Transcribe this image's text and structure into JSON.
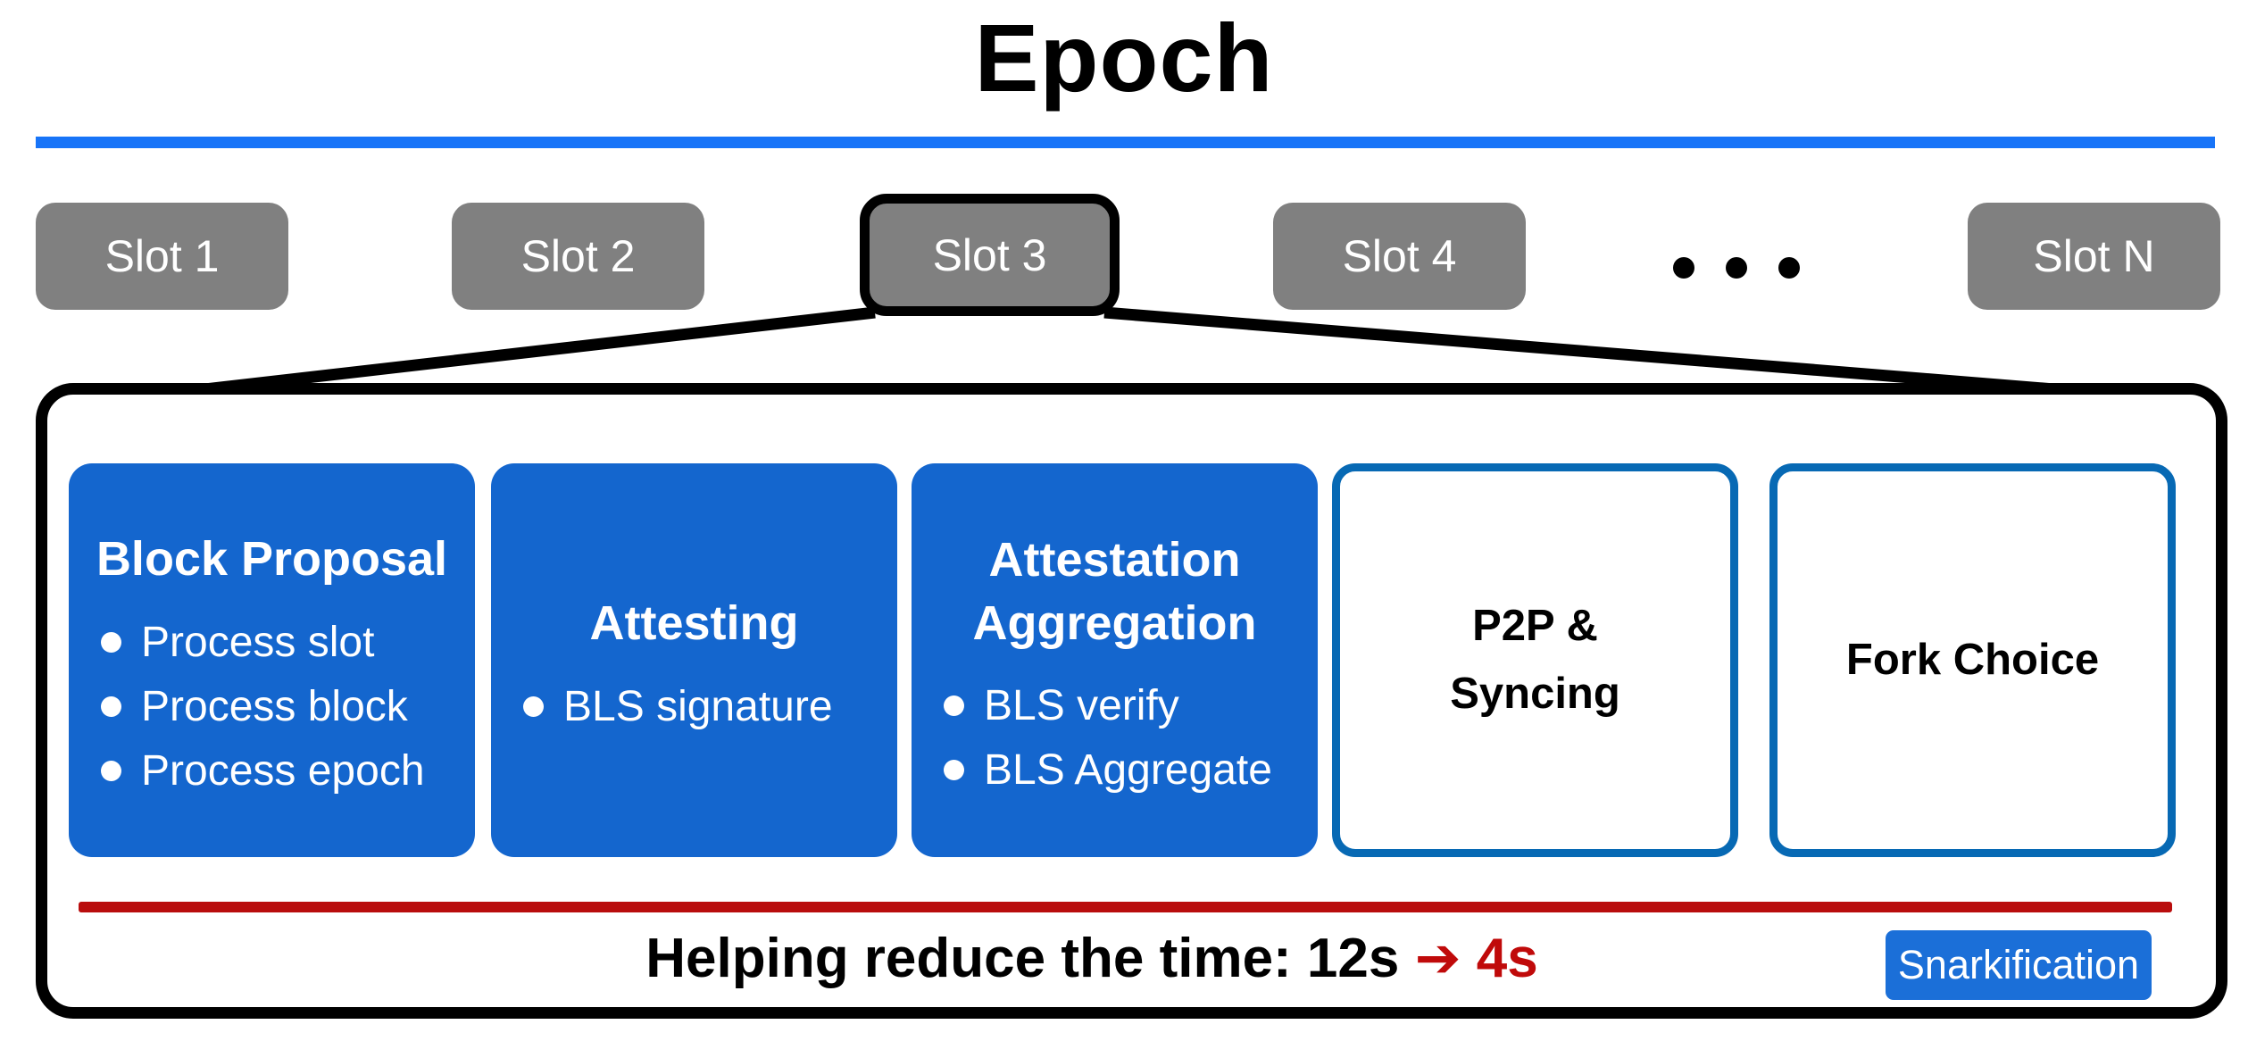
{
  "title": "Epoch",
  "colors": {
    "phase_fill_blue": "#1466ce",
    "badge_blue": "#1b6fd8",
    "outline_blue": "#0769b4",
    "epoch_line_blue": "#1774f8",
    "timeline_red": "#b90d0d",
    "highlight_red": "#c00a0a",
    "slot_gray": "#808080"
  },
  "slots": {
    "items": [
      {
        "label": "Slot 1"
      },
      {
        "label": "Slot 2"
      },
      {
        "label": "Slot 3",
        "selected": true
      },
      {
        "label": "Slot 4"
      },
      {
        "label": "Slot N"
      }
    ]
  },
  "slot_detail": {
    "phases": [
      {
        "title": "Block Proposal",
        "style": "filled",
        "bullets": [
          "Process slot",
          "Process block",
          "Process epoch"
        ]
      },
      {
        "title": "Attesting",
        "style": "filled",
        "bullets": [
          "BLS signature"
        ]
      },
      {
        "title": "Attestation\nAggregation",
        "style": "filled",
        "bullets": [
          "BLS verify",
          "BLS Aggregate"
        ]
      },
      {
        "title": "P2P &\nSyncing",
        "style": "outlined",
        "bullets": []
      },
      {
        "title": "Fork Choice",
        "style": "outlined",
        "bullets": []
      }
    ],
    "footer": {
      "text_black": "Helping reduce the time: 12s ",
      "text_red": "➔ 4s",
      "badge_label": "Snarkification"
    }
  }
}
